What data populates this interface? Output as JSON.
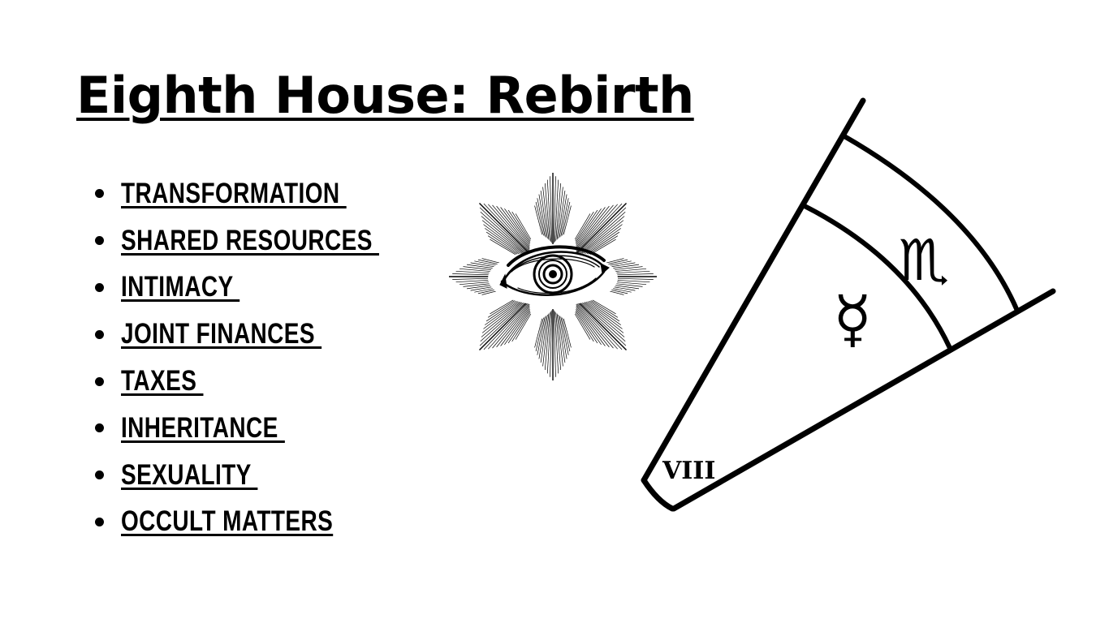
{
  "title": "Eighth House: Rebirth",
  "topics": [
    "TRANSFORMATION ",
    "SHARED RESOURCES ",
    "INTIMACY ",
    "JOINT FINANCES ",
    "TAXES ",
    "INHERITANCE ",
    "SEXUALITY ",
    "OCCULT MATTERS"
  ],
  "diagram": {
    "house_numeral": "VIII",
    "planet_glyph": "☿",
    "sign_glyph": "♏",
    "planet_icon": "mercury-glyph-icon",
    "sign_icon": "scorpio-glyph-icon"
  },
  "illustration": {
    "icon": "all-seeing-eye-icon"
  },
  "colors": {
    "ink": "#000000",
    "background": "#ffffff"
  }
}
